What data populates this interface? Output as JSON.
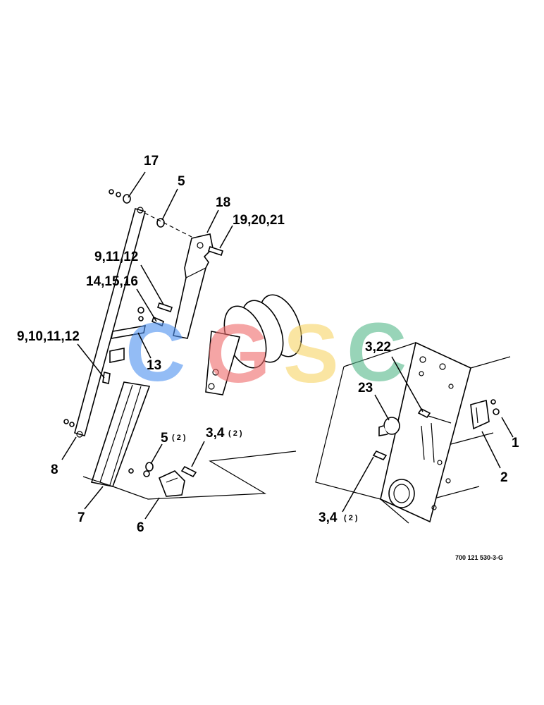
{
  "watermark": {
    "letters": [
      {
        "char": "C",
        "color": "#4d90f0"
      },
      {
        "char": "G",
        "color": "#ef6b6b"
      },
      {
        "char": "S",
        "color": "#f7d565"
      },
      {
        "char": "C",
        "color": "#55b88a"
      }
    ]
  },
  "labels": {
    "l17": "17",
    "l5_top": "5",
    "l18": "18",
    "l19_21": "19,20,21",
    "l9_11_12": "9,11,12",
    "l14_16": "14,15,16",
    "l9_12": "9,10,11,12",
    "l13": "13",
    "l3_22": "3,22",
    "l23": "23",
    "l1": "1",
    "l2": "2",
    "l5_bottom": "5",
    "l5_bottom_qty": "( 2 )",
    "l3_4": "3,4",
    "l3_4_qty": "( 2 )",
    "l8": "8",
    "l7": "7",
    "l6": "6",
    "l3_4_right": "3,4",
    "l3_4_right_qty": "( 2 )"
  },
  "reference_code": "700 121 530-3-G"
}
